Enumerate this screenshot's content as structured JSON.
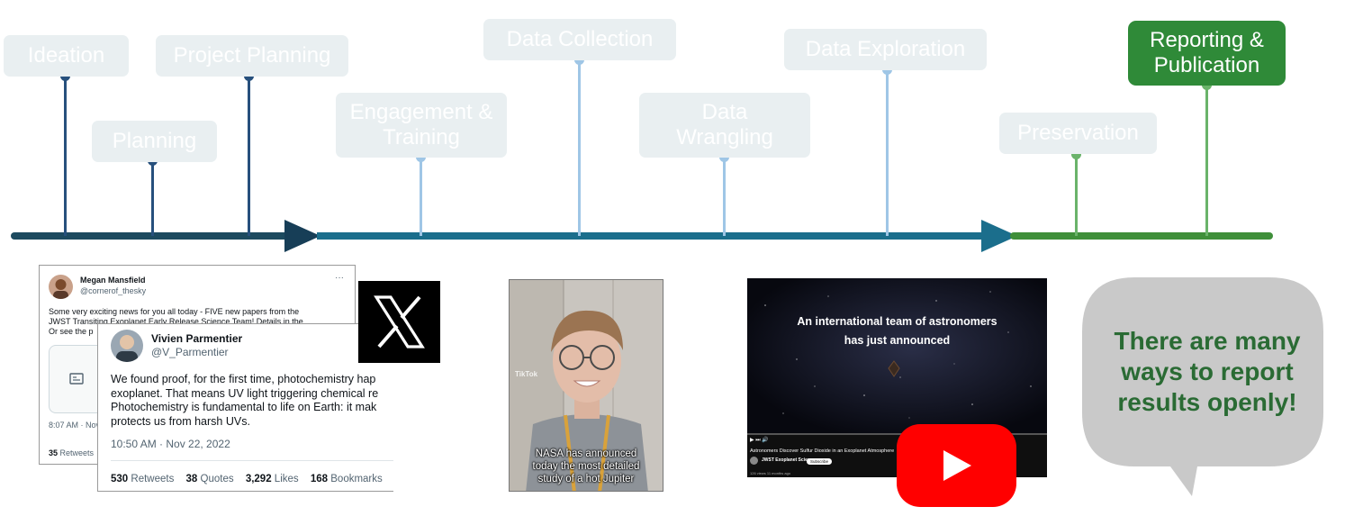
{
  "stages": [
    {
      "label": "Ideation"
    },
    {
      "label": "Planning"
    },
    {
      "label": "Project Planning"
    },
    {
      "label": "Engagement & Training"
    },
    {
      "label": "Data Collection"
    },
    {
      "label": "Data Wrangling"
    },
    {
      "label": "Data Exploration"
    },
    {
      "label": "Preservation"
    },
    {
      "label": "Reporting & Publication"
    }
  ],
  "colors": {
    "phase1": "#27507d",
    "phase2_arrow": "#1b6e8c",
    "phase2_stems": "#9fc6e6",
    "phase3": "#3f8f3a",
    "phase3_stems": "#6ab36a",
    "active_stage": "#2f8a38",
    "inactive_stage": "#e9eff1"
  },
  "tweet_back": {
    "name": "Megan Mansfield",
    "handle": "@cornerof_thesky",
    "text_line1": "Some very exciting news for you all today - FIVE new papers from the",
    "text_line2": "JWST Transiting Exoplanet Early Release Science Team! Details in the",
    "text_line3": "Or see the p",
    "timestamp": "8:07 AM · Nov",
    "retweets": "35",
    "retweets_label": "Retweets",
    "more": "···"
  },
  "tweet_front": {
    "name": "Vivien Parmentier",
    "handle": "@V_Parmentier",
    "text_line1": "We found proof, for the first time, photochemistry hap",
    "text_line2": "exoplanet. That means UV light triggering chemical re",
    "text_line3": "Photochemistry is fundamental to life on Earth: it mak",
    "text_line4": "protects us from harsh UVs.",
    "timestamp": "10:50 AM · Nov 22, 2022",
    "retweets": "530",
    "retweets_label": "Retweets",
    "quotes": "38",
    "quotes_label": "Quotes",
    "likes": "3,292",
    "likes_label": "Likes",
    "bookmarks": "168",
    "bookmarks_label": "Bookmarks"
  },
  "tiktok": {
    "watermark": "TikTok",
    "caption": "NASA has announced\ntoday the most detailed\nstudy of a hot Jupiter"
  },
  "youtube": {
    "overlay": "An international team of astronomers\nhas just announced",
    "controls": "▶ ⏭ 🔊",
    "video_title": "Astronomers Discover Sulfur Dioxide in an Exoplanet Atmosphere",
    "channel": "JWST Exoplanet Science",
    "subscribe": "Subscribe",
    "views": "126 views  11 months ago"
  },
  "bubble": {
    "text": "There are many ways to report results openly!"
  }
}
